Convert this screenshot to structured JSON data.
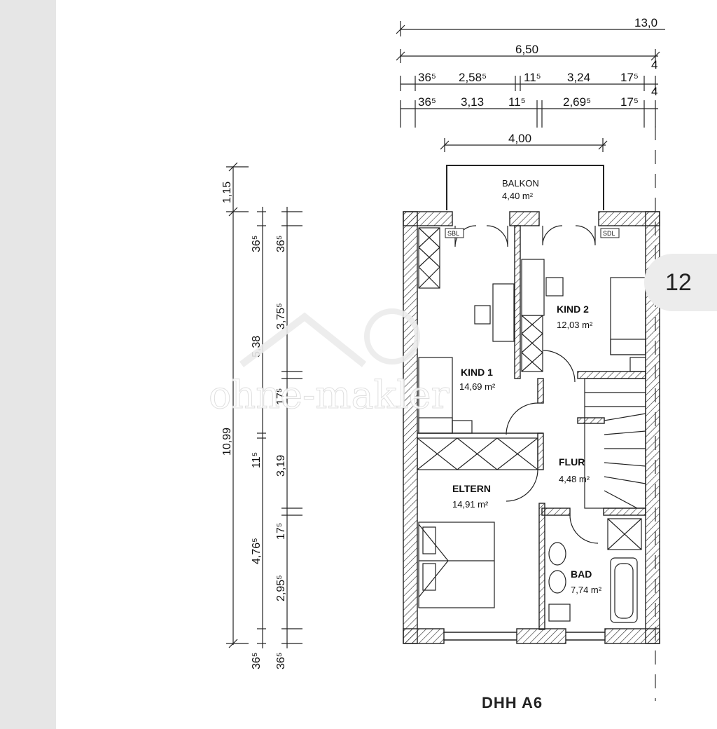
{
  "page_indicator": "12",
  "plan_title": "DHH A6",
  "watermark": "ohne-makler",
  "dimensions_horizontal": {
    "total": "13,0",
    "half": "6,50",
    "row1": [
      "36⁵",
      "2,58⁵",
      "11⁵",
      "3,24",
      "17⁵",
      "4"
    ],
    "row2": [
      "36⁵",
      "3,13",
      "11⁵",
      "2,69⁵",
      "17⁵",
      "4"
    ],
    "balcony_width": "4,00"
  },
  "dimensions_vertical": {
    "total": "10,99",
    "balcony_depth": "1,15",
    "col1": [
      "36⁵",
      "5,38",
      "11⁵",
      "4,76⁵",
      "36⁵"
    ],
    "col2": [
      "36⁵",
      "3,75⁵",
      "17⁵",
      "3,19",
      "17⁵",
      "2,95⁵",
      "36⁵"
    ]
  },
  "rooms": {
    "balkon": {
      "name": "BALKON",
      "area": "4,40 m²"
    },
    "kind1": {
      "name": "KIND 1",
      "area": "14,69 m²"
    },
    "kind2": {
      "name": "KIND 2",
      "area": "12,03 m²"
    },
    "flur": {
      "name": "FLUR",
      "area": "4,48 m²"
    },
    "eltern": {
      "name": "ELTERN",
      "area": "14,91 m²"
    },
    "bad": {
      "name": "BAD",
      "area": "7,74 m²"
    }
  },
  "window_tags": {
    "sbl": "SBL",
    "sdl": "SDL"
  }
}
